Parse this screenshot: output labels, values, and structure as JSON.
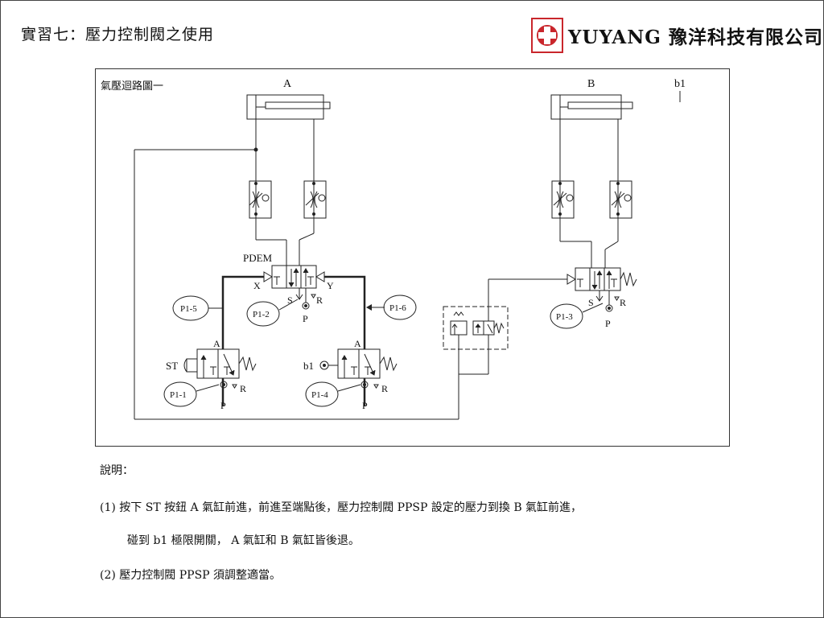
{
  "header": {
    "title": "實習七：壓力控制閥之使用",
    "company": "YUYANG 豫洋科技有限公司"
  },
  "circuit": {
    "title": "氣壓迴路圖一",
    "labels": {
      "cylA": "A",
      "cylB": "B",
      "b1_top": "b1",
      "pdem": "PDEM",
      "x": "X",
      "y": "Y",
      "s1": "S",
      "r1": "R",
      "p1": "P",
      "p15": "P1-5",
      "p12": "P1-2",
      "p16": "P1-6",
      "aSt": "A",
      "st": "ST",
      "p11": "P1-1",
      "r2": "R",
      "p2": "P",
      "aB1": "A",
      "b1": "b1",
      "p14": "P1-4",
      "r3": "R",
      "p3": "P",
      "s3": "S",
      "r4": "R",
      "p13": "P1-3",
      "p4": "P"
    }
  },
  "notes": {
    "heading": "說明：",
    "line1": "(1) 按下 ST 按鈕 A 氣缸前進，前進至端點後，壓力控制閥 PPSP 設定的壓力到換 B 氣缸前進，",
    "line2": "碰到 b1 極限開關， A 氣缸和 B 氣缸皆後退。",
    "line3": "(2) 壓力控制閥 PPSP 須調整適當。"
  },
  "colors": {
    "logo_red": "#c9262c",
    "line": "#222222"
  }
}
